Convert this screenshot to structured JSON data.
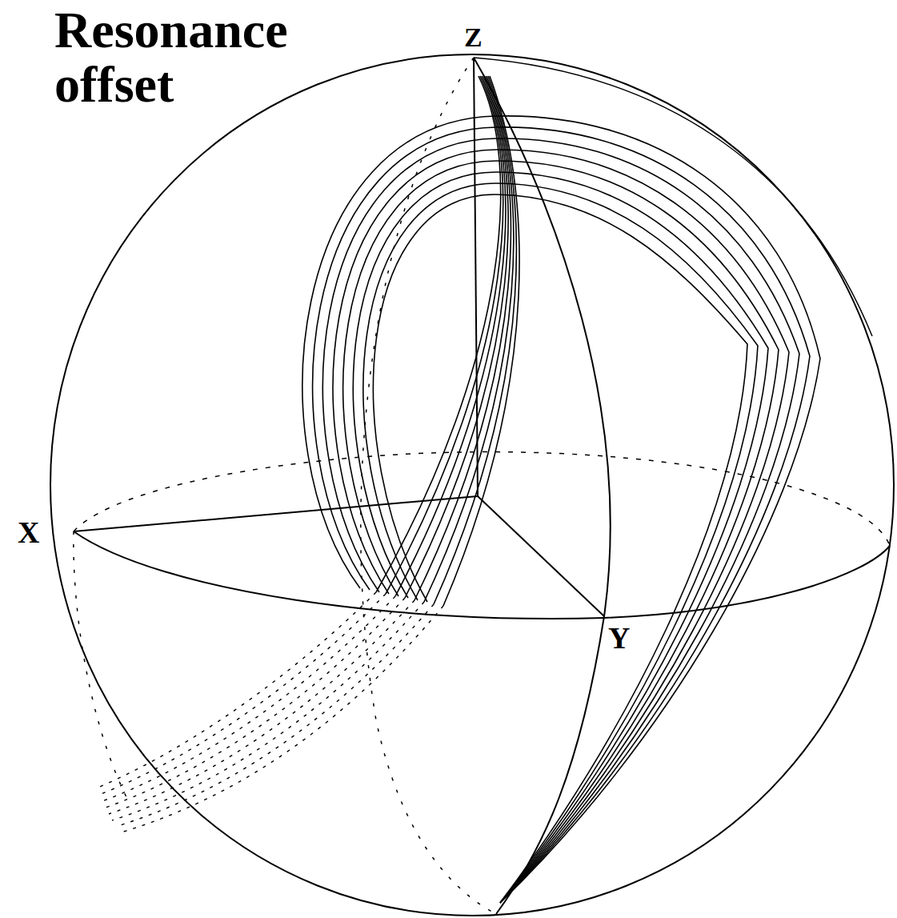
{
  "diagram": {
    "title": "Resonance offset",
    "labels": [
      "Z",
      "X",
      "Y"
    ]
  }
}
